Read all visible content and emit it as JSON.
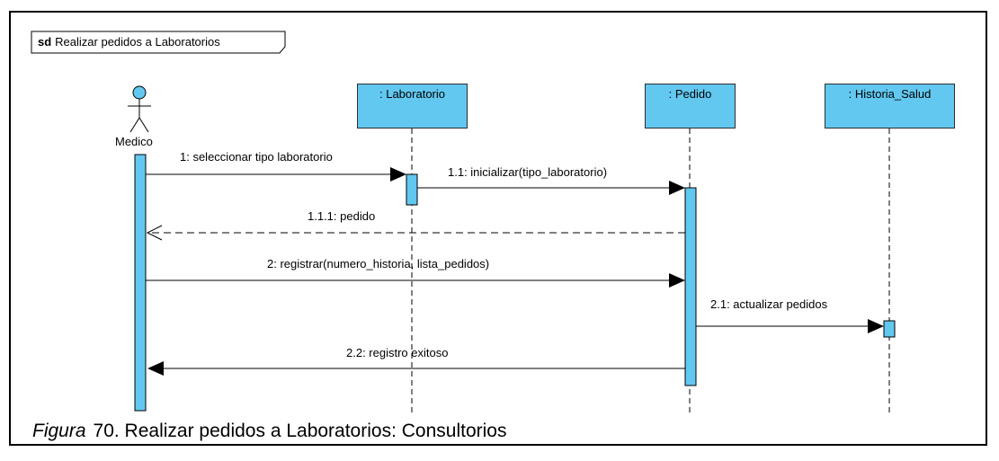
{
  "frame": {
    "operator": "sd",
    "title": "Realizar pedidos a Laboratorios"
  },
  "actor": {
    "name": "Medico"
  },
  "lifelines": [
    {
      "name": ": Laboratorio"
    },
    {
      "name": ": Pedido"
    },
    {
      "name": ": Historia_Salud"
    }
  ],
  "messages": [
    {
      "label": "1: seleccionar tipo laboratorio",
      "kind": "sync"
    },
    {
      "label": "1.1: inicializar(tipo_laboratorio)",
      "kind": "sync"
    },
    {
      "label": "1.1.1: pedido",
      "kind": "return"
    },
    {
      "label": "2: registrar(numero_historia, lista_pedidos)",
      "kind": "sync"
    },
    {
      "label": "2.1: actualizar pedidos",
      "kind": "sync"
    },
    {
      "label": "2.2: registro exitoso",
      "kind": "sync"
    }
  ],
  "caption": {
    "prefix": "Figura",
    "text": "70. Realizar pedidos a Laboratorios: Consultorios"
  },
  "colors": {
    "lifeline_fill": "#62c8f0",
    "activation_fill": "#62c8f0",
    "line": "#000000"
  }
}
